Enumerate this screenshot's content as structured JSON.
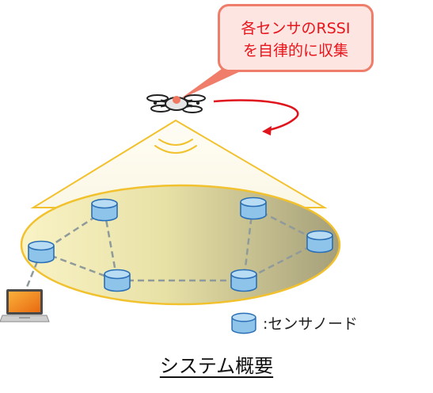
{
  "callout": {
    "line1": "各センサのRSSI",
    "line2": "を自律的に収集"
  },
  "legend": {
    "label": ":センサノード"
  },
  "caption": "システム概要",
  "colors": {
    "callout_border": "#ef7d69",
    "callout_fill": "#fde6e1",
    "callout_text": "#e8141c",
    "beam_outline": "#f2c12e",
    "sensor_fill": "#8ec3ea",
    "sensor_stroke": "#2a6fb5",
    "link_dash": "#8f9a9a",
    "arrow": "#e0141c"
  },
  "icons": [
    "drone-icon",
    "laptop-icon",
    "sensor-node-icon",
    "curved-arrow-icon",
    "signal-wave-icon"
  ]
}
